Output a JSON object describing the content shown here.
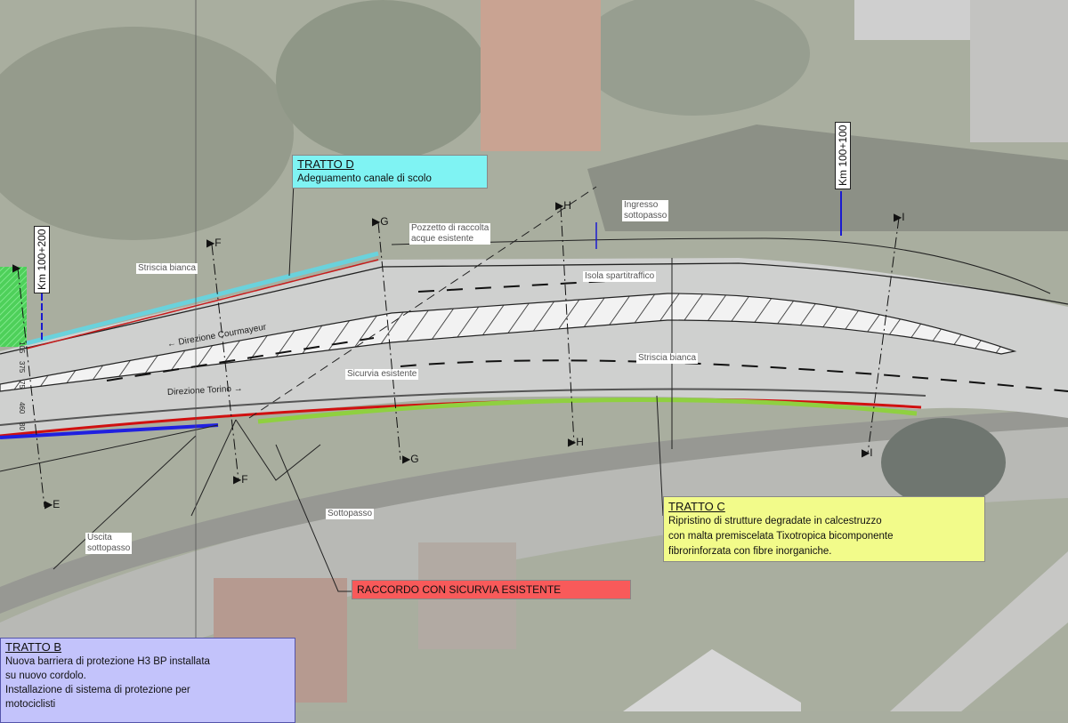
{
  "callouts": {
    "tratto_d": {
      "title": "TRATTO D",
      "lines": [
        "Adeguamento canale di scolo"
      ],
      "color": "#7ff3f3"
    },
    "tratto_c": {
      "title": "TRATTO C",
      "lines": [
        "Ripristino di strutture degradate in calcestruzzo",
        "con malta premiscelata Tixotropica bicomponente",
        "fibrorinforzata con fibre inorganiche."
      ],
      "color": "#f2fb8a"
    },
    "tratto_b": {
      "title": "TRATTO B",
      "lines": [
        "Nuova barriera di protezione H3 BP installata",
        "su nuovo cordolo.",
        "Installazione di sistema di protezione per",
        "motociclisti"
      ],
      "color": "#c3c3fb"
    },
    "raccordo": {
      "text": "RACCORDO CON SICURVIA ESISTENTE",
      "color": "#f85a5a"
    }
  },
  "labels": {
    "striscia_bianca_1": "Striscia bianca",
    "striscia_bianca_2": "Striscia bianca",
    "pozzetto": [
      "Pozzetto di raccolta",
      "acque esistente"
    ],
    "ingresso": [
      "Ingresso",
      "sottopasso"
    ],
    "isola": "Isola spartitraffico",
    "sicurvia": "Sicurvia esistente",
    "sottopasso": "Sottopasso",
    "uscita": [
      "Uscita",
      "sottopasso"
    ],
    "dir_courmayeur": "← Direzione Courmayeur",
    "dir_torino": "Direzione Torino →"
  },
  "chainage": {
    "km_200": "Km 100+200",
    "km_100": "Km 100+100"
  },
  "dimensions": [
    "105",
    "375",
    "75",
    "460",
    "80"
  ],
  "sections": {
    "top": [
      "F",
      "G",
      "H",
      "I"
    ],
    "bottom": [
      "E",
      "F",
      "G",
      "H",
      "I"
    ]
  }
}
